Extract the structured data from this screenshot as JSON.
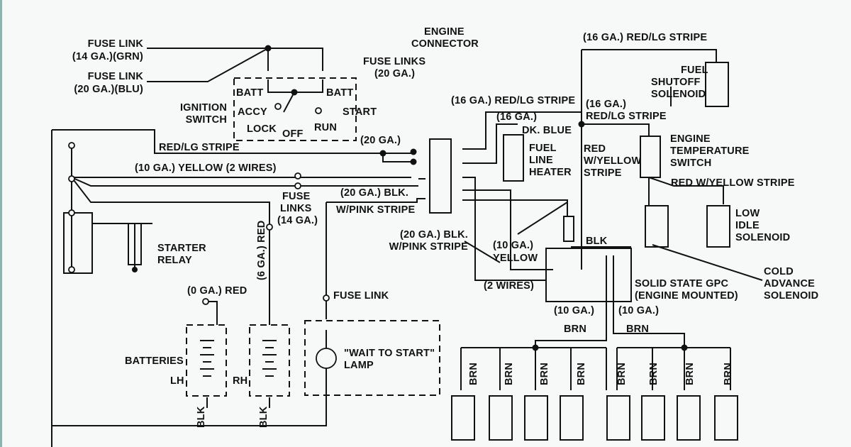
{
  "title": "Glow plug / diesel starting wiring diagram",
  "labels": {
    "fuse_link_14": [
      "FUSE LINK",
      "(14 GA.)(GRN)"
    ],
    "fuse_link_20": [
      "FUSE LINK",
      "(20 GA.)(BLU)"
    ],
    "ignition_switch": [
      "IGNITION",
      "SWITCH"
    ],
    "batt": "BATT",
    "accy": "ACCY",
    "start": "START",
    "lock": "LOCK",
    "off": "OFF",
    "run": "RUN",
    "red_lg_stripe": "RED/LG STRIPE",
    "ga20": "(20 GA.)",
    "fuse_links_20": [
      "FUSE LINKS",
      "(20 GA.)"
    ],
    "engine_connector": [
      "ENGINE",
      "CONNECTOR"
    ],
    "yellow_2_wires": "(10 GA.) YELLOW (2 WIRES)",
    "fuse_links_14": [
      "FUSE",
      "LINKS",
      "(14 GA.)"
    ],
    "blk_pink_top": [
      "(20 GA.) BLK.",
      "W/PINK STRIPE"
    ],
    "red_lg_16_a": "(16 GA.) RED/LG STRIPE",
    "red_lg_16_top": "(16 GA.) RED/LG STRIPE",
    "dk_blue": [
      "(16 GA.)",
      "DK. BLUE"
    ],
    "fuel_line_heater": [
      "FUEL",
      "LINE",
      "HEATER"
    ],
    "fuel_shutoff": [
      "FUEL",
      "SHUTOFF",
      "SOLENOID"
    ],
    "red_lg_16_b": [
      "(16 GA.)",
      "RED/LG STRIPE"
    ],
    "red_yellow_stripe_v": [
      "RED",
      "W/YELLOW",
      "STRIPE"
    ],
    "engine_temp_switch": [
      "ENGINE",
      "TEMPERATURE",
      "SWITCH"
    ],
    "red_yellow_stripe": "RED W/YELLOW STRIPE",
    "low_idle": [
      "LOW",
      "IDLE",
      "SOLENOID"
    ],
    "cold_advance": [
      "COLD",
      "ADVANCE",
      "SOLENOID"
    ],
    "blk": "BLK",
    "yellow_10": [
      "(10 GA.)",
      "YELLOW"
    ],
    "blk_pink_bottom": [
      "(20 GA.) BLK.",
      "W/PINK STRIPE"
    ],
    "two_wires": "(2 WIRES)",
    "gpc": [
      "SOLID STATE GPC",
      "(ENGINE MOUNTED)"
    ],
    "ga10": "(10 GA.)",
    "brn": "BRN",
    "starter_relay": [
      "STARTER",
      "RELAY"
    ],
    "red_0": "(0 GA.) RED",
    "red_6": "(6 GA.) RED",
    "fuse_link": "FUSE LINK",
    "batteries": "BATTERIES",
    "lh": "LH",
    "rh": "RH",
    "wait_to_start": [
      "\"WAIT TO START\"",
      "LAMP"
    ]
  }
}
